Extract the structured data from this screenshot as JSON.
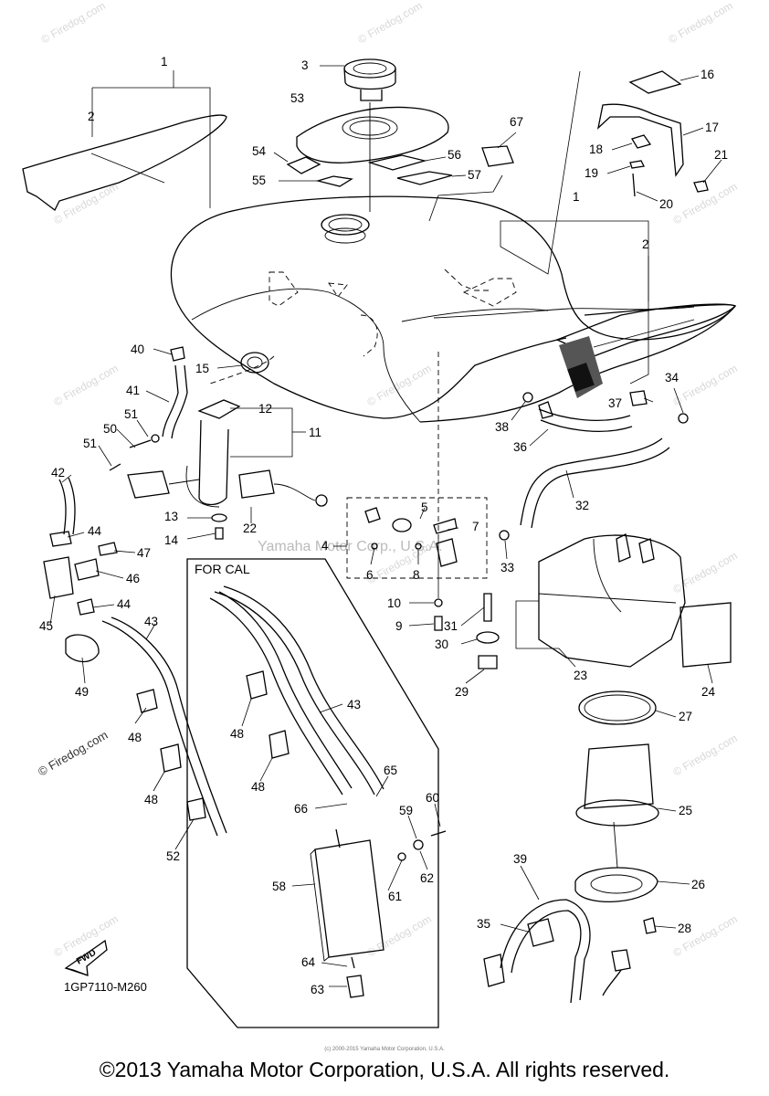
{
  "diagram": {
    "for_cal_label": "FOR CAL",
    "center_watermark": "Yamaha Motor Corp., U.S.A.",
    "diagram_code": "1GP7110-M260",
    "fwd_label": "FWD",
    "watermark_text": "© Firedog.com",
    "tiny_copyright": "(c) 2000-2015 Yamaha Motor Corporation, U.S.A.",
    "footer_copyright": "©2013 Yamaha Motor Corporation, U.S.A. All rights reserved.",
    "callouts": [
      {
        "id": "c1a",
        "text": "1"
      },
      {
        "id": "c2a",
        "text": "2"
      },
      {
        "id": "c3",
        "text": "3"
      },
      {
        "id": "c53",
        "text": "53"
      },
      {
        "id": "c54",
        "text": "54"
      },
      {
        "id": "c55",
        "text": "55"
      },
      {
        "id": "c56",
        "text": "56"
      },
      {
        "id": "c57",
        "text": "57"
      },
      {
        "id": "c67",
        "text": "67"
      },
      {
        "id": "c16",
        "text": "16"
      },
      {
        "id": "c17",
        "text": "17"
      },
      {
        "id": "c18",
        "text": "18"
      },
      {
        "id": "c19",
        "text": "19"
      },
      {
        "id": "c20",
        "text": "20"
      },
      {
        "id": "c21",
        "text": "21"
      },
      {
        "id": "c1b",
        "text": "1"
      },
      {
        "id": "c2b",
        "text": "2"
      },
      {
        "id": "c40",
        "text": "40"
      },
      {
        "id": "c15",
        "text": "15"
      },
      {
        "id": "c41",
        "text": "41"
      },
      {
        "id": "c12",
        "text": "12"
      },
      {
        "id": "c11",
        "text": "11"
      },
      {
        "id": "c51a",
        "text": "51"
      },
      {
        "id": "c50",
        "text": "50"
      },
      {
        "id": "c51b",
        "text": "51"
      },
      {
        "id": "c42",
        "text": "42"
      },
      {
        "id": "c13",
        "text": "13"
      },
      {
        "id": "c14",
        "text": "14"
      },
      {
        "id": "c22",
        "text": "22"
      },
      {
        "id": "c44a",
        "text": "44"
      },
      {
        "id": "c47",
        "text": "47"
      },
      {
        "id": "c46",
        "text": "46"
      },
      {
        "id": "c45",
        "text": "45"
      },
      {
        "id": "c44b",
        "text": "44"
      },
      {
        "id": "c43a",
        "text": "43"
      },
      {
        "id": "c49",
        "text": "49"
      },
      {
        "id": "c48a",
        "text": "48"
      },
      {
        "id": "c48b",
        "text": "48"
      },
      {
        "id": "c52",
        "text": "52"
      },
      {
        "id": "c48c",
        "text": "48"
      },
      {
        "id": "c48d",
        "text": "48"
      },
      {
        "id": "c43b",
        "text": "43"
      },
      {
        "id": "c65",
        "text": "65"
      },
      {
        "id": "c66",
        "text": "66"
      },
      {
        "id": "c60",
        "text": "60"
      },
      {
        "id": "c59",
        "text": "59"
      },
      {
        "id": "c58",
        "text": "58"
      },
      {
        "id": "c61",
        "text": "61"
      },
      {
        "id": "c62",
        "text": "62"
      },
      {
        "id": "c64",
        "text": "64"
      },
      {
        "id": "c63",
        "text": "63"
      },
      {
        "id": "c5",
        "text": "5"
      },
      {
        "id": "c7",
        "text": "7"
      },
      {
        "id": "c4",
        "text": "4"
      },
      {
        "id": "c6",
        "text": "6"
      },
      {
        "id": "c8",
        "text": "8"
      },
      {
        "id": "c33",
        "text": "33"
      },
      {
        "id": "c10",
        "text": "10"
      },
      {
        "id": "c9",
        "text": "9"
      },
      {
        "id": "c31",
        "text": "31"
      },
      {
        "id": "c30",
        "text": "30"
      },
      {
        "id": "c29",
        "text": "29"
      },
      {
        "id": "c23",
        "text": "23"
      },
      {
        "id": "c24",
        "text": "24"
      },
      {
        "id": "c27",
        "text": "27"
      },
      {
        "id": "c25",
        "text": "25"
      },
      {
        "id": "c26",
        "text": "26"
      },
      {
        "id": "c28",
        "text": "28"
      },
      {
        "id": "c39",
        "text": "39"
      },
      {
        "id": "c35",
        "text": "35"
      },
      {
        "id": "c34",
        "text": "34"
      },
      {
        "id": "c37",
        "text": "37"
      },
      {
        "id": "c38",
        "text": "38"
      },
      {
        "id": "c36",
        "text": "36"
      },
      {
        "id": "c32",
        "text": "32"
      }
    ]
  }
}
